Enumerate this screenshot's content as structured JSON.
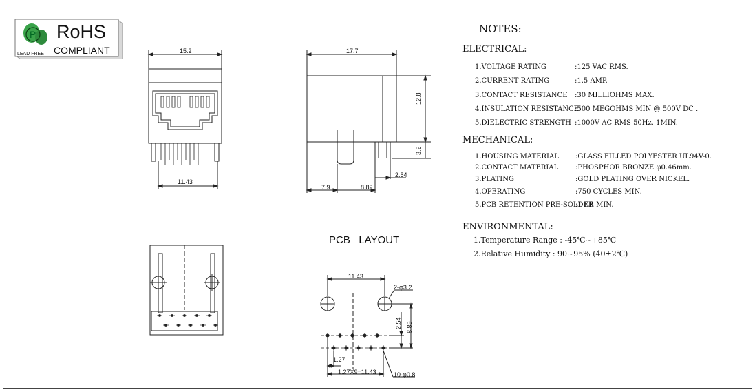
{
  "logo": {
    "rohs": "RoHS",
    "compliant": "COMPLIANT",
    "lead_free": "LEAD FREE",
    "letter": "P",
    "accent_color": "#2e8b3d"
  },
  "front_view": {
    "width_dim": "15.2",
    "pin_span_dim": "11.43"
  },
  "side_view": {
    "length_dim": "17.7",
    "height_dim": "12.8",
    "pin_len_dim": "3.2",
    "offset_dim": "7.9",
    "row_dim": "8.89",
    "pitch_dim": "2.54"
  },
  "pcb": {
    "title": "PCB   LAYOUT",
    "span_dim": "11.43",
    "hole_callout": "2-φ3.2",
    "v_dim_a": "2.54",
    "v_dim_b": "8.89",
    "pitch_dim": "1.27",
    "total_dim": "1.27X9=11.43",
    "pin_callout": "10-φ0.8"
  },
  "notes": {
    "title": "NOTES:",
    "electrical": {
      "heading": "ELECTRICAL:",
      "items": [
        {
          "label": "1.VOLTAGE RATING",
          "value": ":125 VAC RMS."
        },
        {
          "label": "2.CURRENT RATING",
          "value": ":1.5 AMP."
        },
        {
          "label": "3.CONTACT RESISTANCE",
          "value": ":30 MILLIOHMS MAX."
        },
        {
          "label": "4.INSULATION RESISTANCE",
          "value": ":500 MEGOHMS MIN @ 500V DC ."
        },
        {
          "label": "5.DIELECTRIC STRENGTH",
          "value": ":1000V AC RMS 50Hz. 1MIN."
        }
      ]
    },
    "mechanical": {
      "heading": "MECHANICAL:",
      "items": [
        {
          "label": "1.HOUSING MATERIAL",
          "value": ":GLASS FILLED POLYESTER UL94V-0."
        },
        {
          "label": "2.CONTACT MATERIAL",
          "value": ":PHOSPHOR BRONZE φ0.46mm."
        },
        {
          "label": "3.PLATING",
          "value": ":GOLD PLATING OVER NICKEL."
        },
        {
          "label": "4.OPERATING",
          "value": ":750 CYCLES MIN."
        },
        {
          "label": "5.PCB RETENTION PRE-SOLDER",
          "value": ":1 LB MIN."
        }
      ]
    },
    "environmental": {
      "heading": "ENVIRONMENTAL:",
      "items": [
        {
          "text": "1.Temperature Range : -45℃~+85℃"
        },
        {
          "text": "2.Relative Humidity : 90~95% (40±2℃)"
        }
      ]
    }
  }
}
